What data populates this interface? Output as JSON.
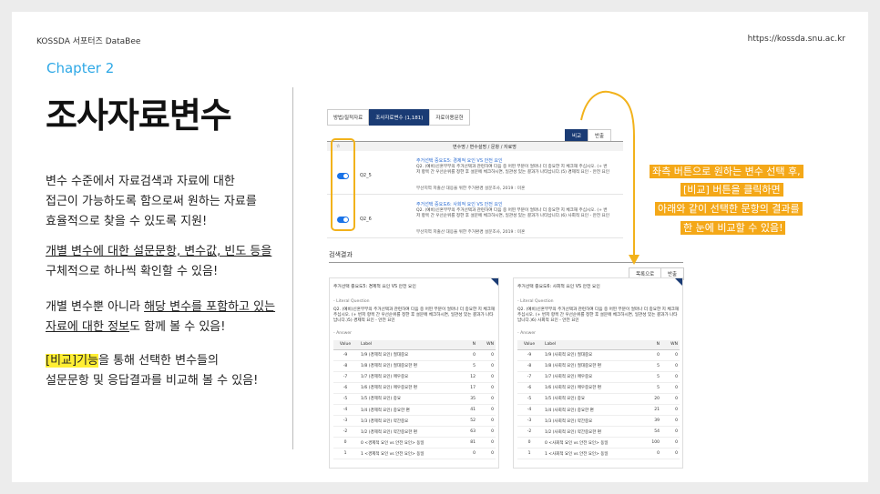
{
  "header": {
    "left": "KOSSDA 서포터즈 DataBee",
    "right": "https://kossda.snu.ac.kr"
  },
  "chapter": "Chapter 2",
  "title": "조사자료변수",
  "paragraphs": {
    "p1_l1": "변수 수준에서 자료검색과 자료에 대한",
    "p1_l2": "접근이 가능하도록 함으로써 원하는 자료를",
    "p1_l3": "효율적으로 찾을 수 있도록 지원!",
    "p2_l1": "개별 변수에 대한 설문문항, 변수값, 빈도 등을",
    "p2_l2": "구체적으로 하나씩 확인할 수 있음!",
    "p3_l1a": "개별 변수뿐 아니라 ",
    "p3_l1b": "해당 변수를 포함하고 있는",
    "p3_l2a": "자료에 대한 정보",
    "p3_l2b": "도 함께 볼 수 있음!",
    "p4_l1a": "[비교]기능",
    "p4_l1b": "을 통해 선택한 변수들의",
    "p4_l2": "설문문항 및 응답결과를 비교해 볼 수 있음!"
  },
  "screenshot": {
    "tabs": [
      "방법/질적자료",
      "조사자료변수 (1,181)",
      "자료이용문헌"
    ],
    "active_tab": 1,
    "compare_button": "비교",
    "reset_button": "반출",
    "table_header_check": "☆",
    "table_header": "변수명 / 변수설명 / 문항 / 자료명",
    "rows": [
      {
        "code": "Q2_5",
        "title": "주거선택 중요도5: 경제적 요인 VS 안전 요인",
        "desc": "Q2. (예비)신혼부부의 주거선택과 관련하여 다음 중 어떤 부분이 얼마나 더 중요한 지 체크해 주십시오. (+ 번저 항목 간 우선순위를 정한 후 설문에 체크하시면, 일관성 있는 결과가 나타납니다.)5) 경제적 요인 - 안전 요인",
        "source": "부산지역 저출산 대응을 위한 주거환경 설문조사, 2019 : 미혼"
      },
      {
        "code": "Q2_6",
        "title": "주거선택 중요도6: 사회적 요인 VS 안전 요인",
        "desc": "Q2. (예비)신혼부부의 주거선택과 관련하여 다음 중 어떤 부분이 얼마나 더 중요한 지 체크해 주십시오. (+ 번저 항목 간 우선순위를 정한 후 설문에 체크하시면, 일관성 있는 결과가 나타납니다.)6) 사회적 요인 - 안전 요인",
        "source": "부산지역 저출산 대응을 위한 주거환경 설문조사, 2019 : 미혼"
      }
    ]
  },
  "results": {
    "heading": "검색결과",
    "btn_close": "목록으로",
    "btn_print": "반출",
    "section_question": "- Literal Question",
    "section_answer": "- Answer",
    "col_value": "Value",
    "col_label": "Label",
    "col_n": "N",
    "col_wn": "WN",
    "left": {
      "title": "주거선택 중요도5: 경제적 요인 VS 안전 요인",
      "question": "Q2. (예비)신혼부부의 주거선택과 관련하여 다음 중 어떤 부분이 얼마나 더 중요한 지 체크해 주십시오. (+ 번저 항목 간 우선순위를 정한 후 설문에 체크하시면, 일관성 있는 결과가 나타납니다.)5) 경제적 요인 - 안전 요인",
      "rows": [
        [
          "-9",
          "1/9 (경제적 요인) 절대중요",
          "0",
          "0"
        ],
        [
          "-8",
          "1/8 (경제적 요인) 절대중요한 편",
          "5",
          "0"
        ],
        [
          "-7",
          "1/7 (경제적 요인) 매우중요",
          "12",
          "0"
        ],
        [
          "-6",
          "1/6 (경제적 요인) 매우중요한 편",
          "17",
          "0"
        ],
        [
          "-5",
          "1/5 (경제적 요인) 중요",
          "35",
          "0"
        ],
        [
          "-4",
          "1/4 (경제적 요인) 중요한 편",
          "41",
          "0"
        ],
        [
          "-3",
          "1/3 (경제적 요인) 약간중요",
          "52",
          "0"
        ],
        [
          "-2",
          "1/2 (경제적 요인) 약간중요한 편",
          "63",
          "0"
        ],
        [
          "0",
          "0 <경제적 요인 vs 안전 요인> 동일",
          "81",
          "0"
        ],
        [
          "1",
          "1 <경제적 요인 vs 안전 요인> 동일",
          "0",
          "0"
        ]
      ]
    },
    "right": {
      "title": "주거선택 중요도6: 사회적 요인 VS 안전 요인",
      "question": "Q2. (예비)신혼부부의 주거선택과 관련하여 다음 중 어떤 부분이 얼마나 더 중요한 지 체크해 주십시오. (+ 번저 항목 간 우선순위를 정한 후 설문에 체크하시면, 일관성 있는 결과가 나타납니다.)6) 사회적 요인 - 안전 요인",
      "rows": [
        [
          "-9",
          "1/9 (사회적 요인) 절대중요",
          "0",
          "0"
        ],
        [
          "-8",
          "1/8 (사회적 요인) 절대중요한 편",
          "5",
          "0"
        ],
        [
          "-7",
          "1/7 (사회적 요인) 매우중요",
          "5",
          "0"
        ],
        [
          "-6",
          "1/6 (사회적 요인) 매우중요한 편",
          "5",
          "0"
        ],
        [
          "-5",
          "1/5 (사회적 요인) 중요",
          "20",
          "0"
        ],
        [
          "-4",
          "1/4 (사회적 요인) 중요한 편",
          "21",
          "0"
        ],
        [
          "-3",
          "1/3 (사회적 요인) 약간중요",
          "39",
          "0"
        ],
        [
          "-2",
          "1/2 (사회적 요인) 약간중요한 편",
          "54",
          "0"
        ],
        [
          "0",
          "0 <사회적 요인 vs 안전 요인> 동일",
          "100",
          "0"
        ],
        [
          "1",
          "1 <사회적 요인 vs 안전 요인> 동일",
          "0",
          "0"
        ]
      ]
    }
  },
  "callout": [
    "좌측 버튼으로 원하는 변수 선택 후,",
    "[비교] 버튼을 클릭하면",
    "아래와 같이 선택한 문항의 결과를",
    "한 눈에 비교할 수 있음!"
  ],
  "colors": {
    "accent_blue": "#2ea8e6",
    "navy": "#1a3b74",
    "orange": "#f4a818",
    "highlight": "#ffee33"
  }
}
